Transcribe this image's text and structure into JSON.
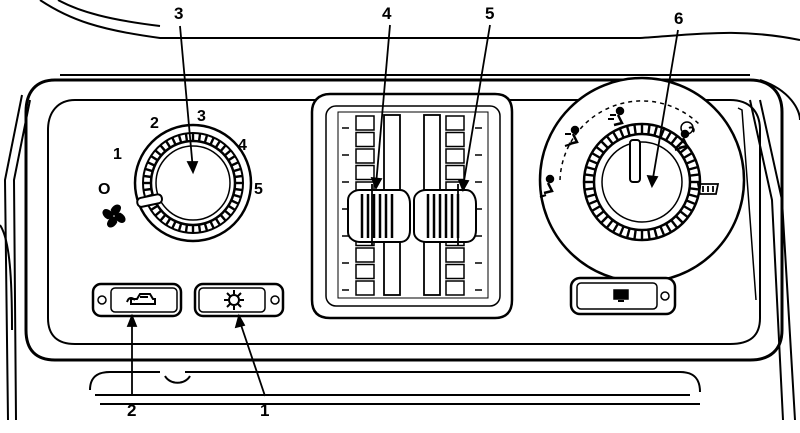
{
  "callouts": {
    "c1": "1",
    "c2": "2",
    "c3": "3",
    "c4": "4",
    "c5": "5",
    "c6": "6"
  },
  "fan_speed_labels": {
    "off": "O",
    "s1": "1",
    "s2": "2",
    "s3": "3",
    "s4": "4",
    "s5": "5"
  },
  "icons": {
    "fan": "fan-icon",
    "recirculation": "recirculation-icon",
    "ac": "ac-snowflake-icon",
    "rear_defrost": "rear-defrost-icon",
    "mode_panel": "panel-vent-icon",
    "mode_bilevel": "bi-level-icon",
    "mode_floor": "floor-icon",
    "mode_floor_defrost": "floor-defrost-icon",
    "mode_defrost": "defrost-icon",
    "mode_rear_window": "rear-window-icon"
  },
  "colors": {
    "line": "#000000",
    "background": "#ffffff"
  }
}
